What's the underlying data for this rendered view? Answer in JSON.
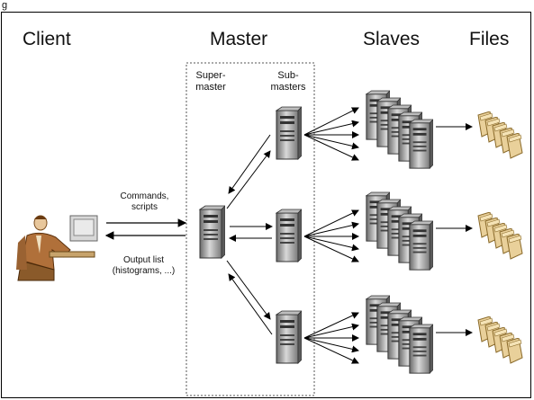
{
  "top_left_glyph": "g",
  "headers": {
    "client": "Client",
    "master": "Master",
    "slaves": "Slaves",
    "files": "Files"
  },
  "master_box": {
    "super_master": "Super-\nmaster",
    "sub_masters": "Sub-\nmasters"
  },
  "labels": {
    "commands": "Commands,\nscripts",
    "output": "Output list\n(histograms, ...)"
  },
  "colors": {
    "server_body": "#9c9c9c",
    "server_dark": "#555555",
    "folder": "#e9d09a",
    "folder_edge": "#8a6a2a",
    "person_suit": "#b0703a",
    "arrow": "#000000"
  }
}
